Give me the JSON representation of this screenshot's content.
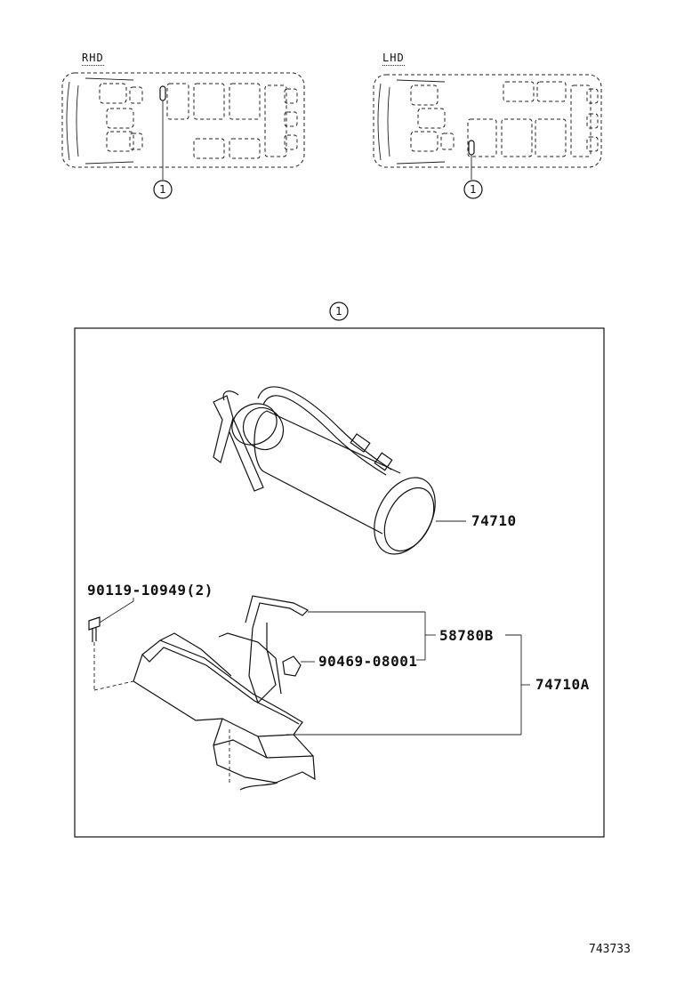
{
  "views": [
    {
      "label": "RHD",
      "callout": "1"
    },
    {
      "label": "LHD",
      "callout": "1"
    }
  ],
  "section_callout": "1",
  "parts": {
    "extinguisher": "74710",
    "bolt": "90119-10949(2)",
    "bracket": "58780B",
    "clip": "90469-08001",
    "assembly": "74710A"
  },
  "figure_number": "743733"
}
